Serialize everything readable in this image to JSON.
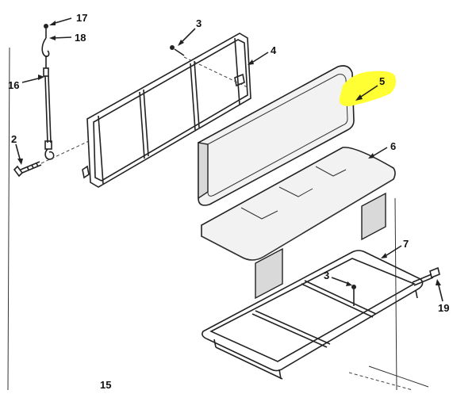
{
  "figure": {
    "highlight_color": "#ffff33",
    "line_color": "#222222",
    "callouts": [
      {
        "id": "c17",
        "label": "17"
      },
      {
        "id": "c18",
        "label": "18"
      },
      {
        "id": "c16",
        "label": "16"
      },
      {
        "id": "c2",
        "label": "2"
      },
      {
        "id": "c3a",
        "label": "3"
      },
      {
        "id": "c4",
        "label": "4"
      },
      {
        "id": "c5",
        "label": "5"
      },
      {
        "id": "c6",
        "label": "6"
      },
      {
        "id": "c7",
        "label": "7"
      },
      {
        "id": "c3b",
        "label": "3"
      },
      {
        "id": "c19",
        "label": "19"
      },
      {
        "id": "c15",
        "label": "15"
      }
    ]
  }
}
